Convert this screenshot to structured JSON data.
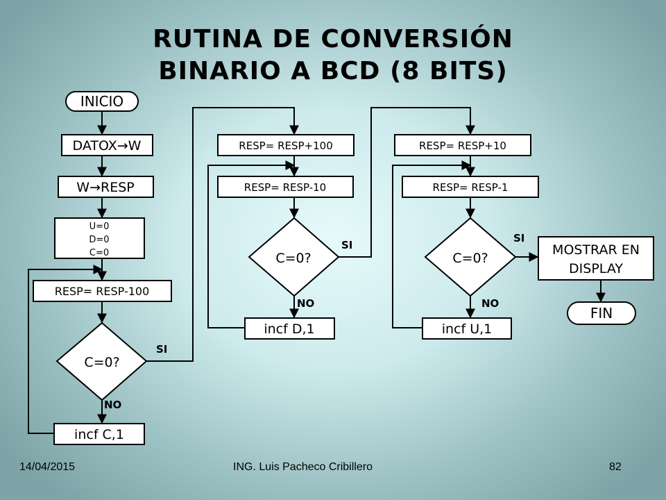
{
  "title": {
    "line1": "RUTINA DE CONVERSIÓN",
    "line2": "BINARIO A BCD (8 BITS)"
  },
  "flow": {
    "inicio": "INICIO",
    "datox": "DATOX→W",
    "wresp": "W→RESP",
    "init_u": "U=0",
    "init_d": "D=0",
    "init_c": "C=0",
    "resp_minus_100": "RESP= RESP-100",
    "cond_c_1": "C=0?",
    "incf_c": "incf C,1",
    "resp_plus_100": "RESP= RESP+100",
    "resp_minus_10": "RESP= RESP-10",
    "cond_c_2": "C=0?",
    "incf_d": "incf D,1",
    "resp_plus_10": "RESP= RESP+10",
    "resp_minus_1": "RESP= RESP-1",
    "cond_c_3": "C=0?",
    "incf_u": "incf U,1",
    "mostrar_1": "MOSTRAR EN",
    "mostrar_2": "DISPLAY",
    "fin": "FIN",
    "si": "SI",
    "no": "NO"
  },
  "footer": {
    "date": "14/04/2015",
    "author": "ING. Luis Pacheco Cribillero",
    "page": "82"
  }
}
